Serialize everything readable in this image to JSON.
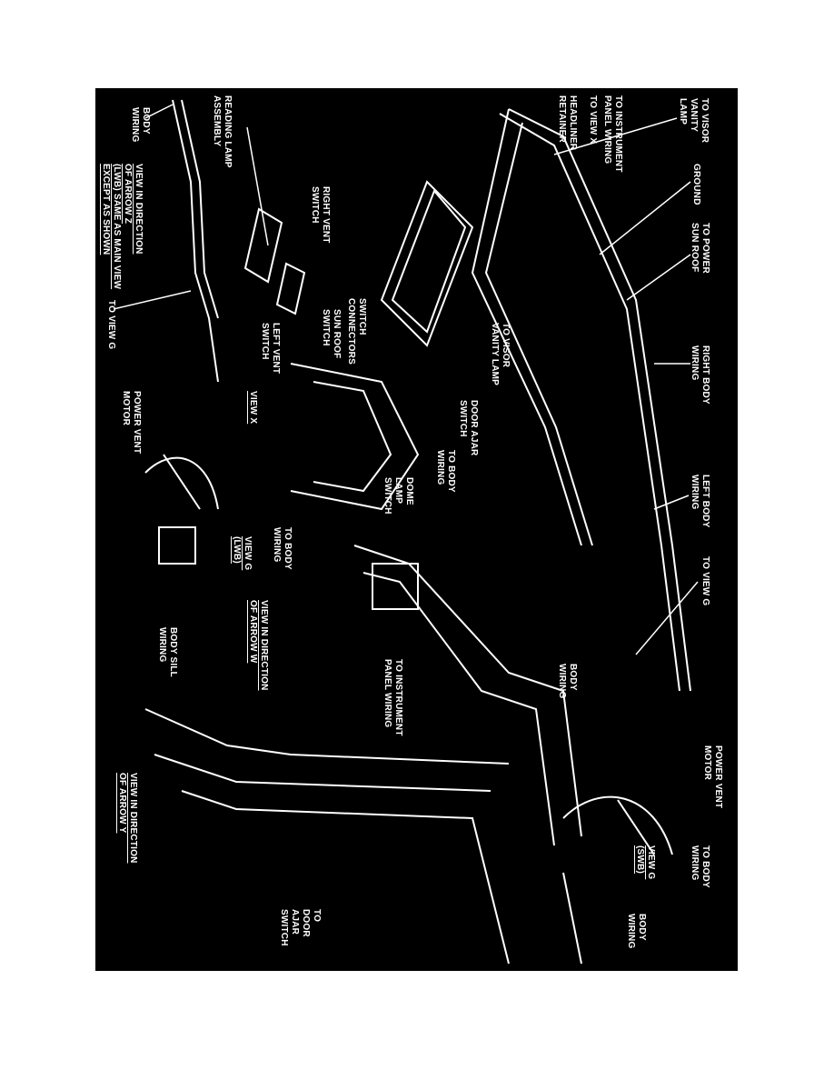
{
  "diagram": {
    "colors": {
      "background": "#000000",
      "lines": "#ffffff",
      "page": "#ffffff"
    },
    "labels": {
      "to_visor_vanity_lamp_top": "TO VISOR\nVANITY\nLAMP",
      "ground": "GROUND",
      "to_power_sun_roof": "TO POWER\nSUN ROOF",
      "right_body_wiring": "RIGHT BODY\nWIRING",
      "left_body_wiring": "LEFT BODY\nWIRING",
      "to_view_g_top": "TO VIEW G",
      "power_vent_motor_swb": "POWER VENT\nMOTOR",
      "to_body_wiring_swb": "TO BODY\nWIRING",
      "view_g_swb": "VIEW G\n(SWB)",
      "body_wiring_right": "BODY\nWIRING",
      "to_door_ajar_switch": "TO\nDOOR\nAJAR\nSWITCH",
      "view_arrow_y": "VIEW IN DIRECTION\nOF ARROW Y",
      "body_sill_wiring": "BODY SILL\nWIRING",
      "to_instrument_panel_wiring_mid": "TO INSTRUMENT\nPANEL WIRING",
      "body_wiring_mid": "BODY\nWIRING",
      "view_arrow_w": "VIEW IN DIRECTION\nOF ARROW W",
      "to_body_wiring_lwb": "TO BODY\nWIRING",
      "view_g_lwb": "VIEW G\n(LWB)",
      "power_vent_motor_lwb": "POWER VENT\nMOTOR",
      "view_x": "VIEW X",
      "dome_lamp_switch": "DOME\nLAMP\nSWITCH",
      "to_body_wiring_x": "TO BODY\nWIRING",
      "door_ajar_switch": "DOOR AJAR\nSWITCH",
      "to_visor_vanity_lamp_mid": "TO VISOR\nVANITY LAMP",
      "switch_connectors": "SWITCH\nCONNECTORS",
      "sun_roof_switch": "SUN ROOF\nSWITCH",
      "right_vent_switch": "RIGHT VENT\nSWITCH",
      "left_vent_switch": "LEFT VENT\nSWITCH",
      "to_view_g_left": "TO VIEW G",
      "reading_lamp_assembly": "READING LAMP\nASSEMBLY",
      "view_arrow_z": "VIEW IN DIRECTION\nOF ARROW Z\n(LWB) SAME AS MAIN VIEW\nEXCEPT AS SHOWN",
      "body_wiring_left": "BODY\nWIRING",
      "to_instrument_panel_wiring_top": "TO INSTRUMENT\nPANEL WIRING",
      "to_view_x": "TO VIEW X",
      "headliner_retainer": "HEADLINER\nRETAINER"
    }
  }
}
